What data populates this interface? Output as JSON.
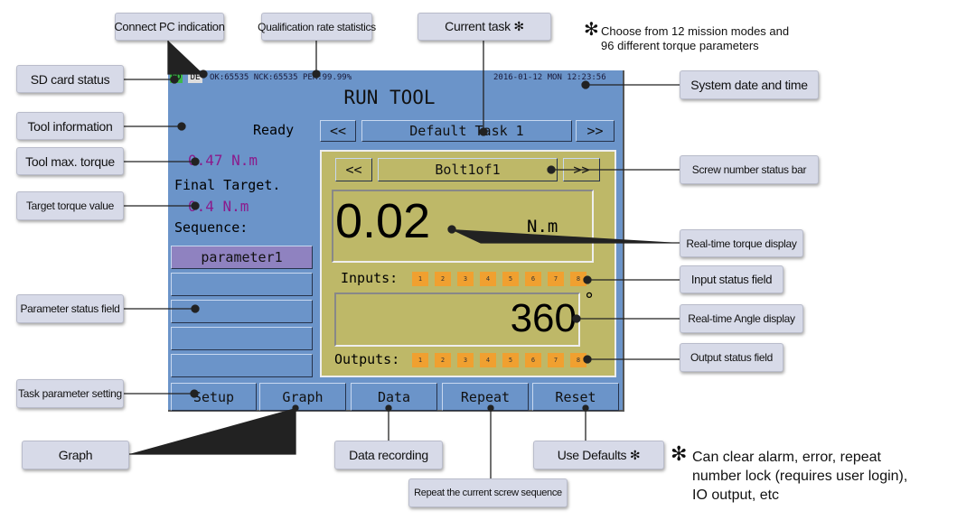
{
  "annotations": {
    "connect_pc": "Connect PC indication",
    "qualification": "Qualification rate statistics",
    "current_task": "Current task ✻",
    "sd_card": "SD card status",
    "system_datetime": "System date and time",
    "tool_info": "Tool information",
    "tool_max_torque": "Tool max. torque",
    "target_torque": "Target torque value",
    "screw_status": "Screw number status bar",
    "realtime_torque": "Real-time torque display",
    "input_status": "Input status field",
    "parameter_status": "Parameter status field",
    "realtime_angle": "Real-time Angle display",
    "output_status": "Output status field",
    "task_param": "Task parameter setting",
    "graph": "Graph",
    "data_recording": "Data recording",
    "use_defaults": "Use Defaults ✻",
    "repeat_seq": "Repeat the current screw sequence"
  },
  "notes": {
    "top_star": "✻",
    "top_line1": "Choose from 12 mission modes and",
    "top_line2": "96 different torque parameters",
    "bottom_star": "✻",
    "bottom_line1": "Can clear alarm, error, repeat",
    "bottom_line2": "number lock (requires user login),",
    "bottom_line3": "IO output, etc"
  },
  "screen": {
    "sd": "SD",
    "de": "DE",
    "stats": "OK:65535 NCK:65535 PER:99.99%",
    "datetime": "2016-01-12 MON 12:23:56",
    "title": "RUN TOOL",
    "status": "Ready",
    "prev": "<<",
    "next": ">>",
    "task": "Default Task 1",
    "max_torque": "0.47 N.m",
    "final_target_label": "Final Target.",
    "target": "0.4 N.m",
    "sequence_label": "Sequence:",
    "params": [
      "parameter1",
      "",
      "",
      "",
      ""
    ],
    "bolt": "Bolt1of1",
    "torque": "0.02",
    "torque_unit": "N.m",
    "inputs_label": "Inputs:",
    "inputs": [
      "1",
      "2",
      "3",
      "4",
      "5",
      "6",
      "7",
      "8"
    ],
    "angle": "360",
    "angle_unit": "°",
    "outputs_label": "Outputs:",
    "outputs": [
      "1",
      "2",
      "3",
      "4",
      "5",
      "6",
      "7",
      "8"
    ],
    "buttons": [
      "Setup",
      "Graph",
      "Data",
      "Repeat",
      "Reset"
    ]
  },
  "colors": {
    "screen": "#6b94c9",
    "panel": "#beb868",
    "io": "#f0a030",
    "param_active": "#8f82c0",
    "torque_text": "#8b1a8b"
  }
}
